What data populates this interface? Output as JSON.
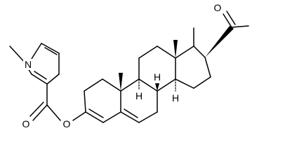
{
  "atoms": {
    "nitrogen": "N",
    "ester_oxygen": "O",
    "carbonyl_oxygen_ester": "O",
    "ketone_oxygen": "O",
    "stereo_hydrogen_9": "H",
    "stereo_hydrogen_8": "H",
    "stereo_hydrogen_14": "H"
  },
  "colors": {
    "bond": "#000000",
    "background": "#ffffff"
  }
}
